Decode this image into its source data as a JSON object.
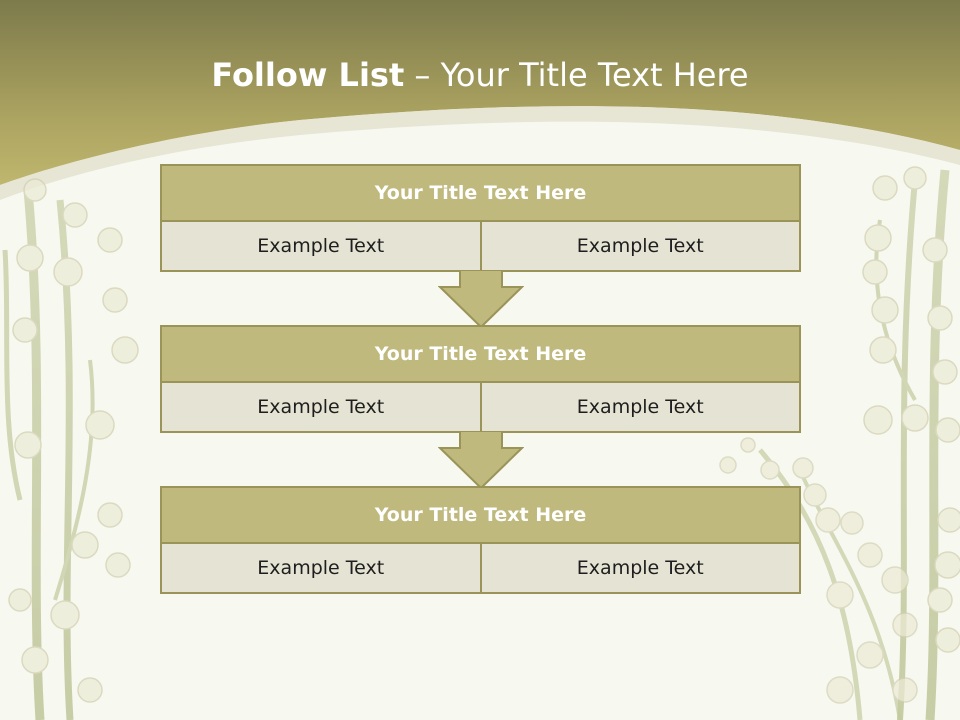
{
  "slide": {
    "title_bold": "Follow List",
    "title_rest": "– Your Title Text Here"
  },
  "colors": {
    "header_top": "#7d7a4c",
    "header_bottom": "#b9b26a",
    "block_title_fill": "#c0b97e",
    "block_border": "#9a9458",
    "cell_fill": "#e5e3d3",
    "arrow_fill": "#c0b97e",
    "background": "#f7f8f0"
  },
  "blocks": [
    {
      "title": "Your Title Text Here",
      "cells": [
        "Example Text",
        "Example Text"
      ]
    },
    {
      "title": "Your Title Text Here",
      "cells": [
        "Example Text",
        "Example Text"
      ]
    },
    {
      "title": "Your Title Text Here",
      "cells": [
        "Example Text",
        "Example Text"
      ]
    }
  ],
  "decorations": [
    "lily-of-the-valley-flowers-left",
    "lily-of-the-valley-flowers-right",
    "lily-of-the-valley-flowers-bottom-right"
  ]
}
